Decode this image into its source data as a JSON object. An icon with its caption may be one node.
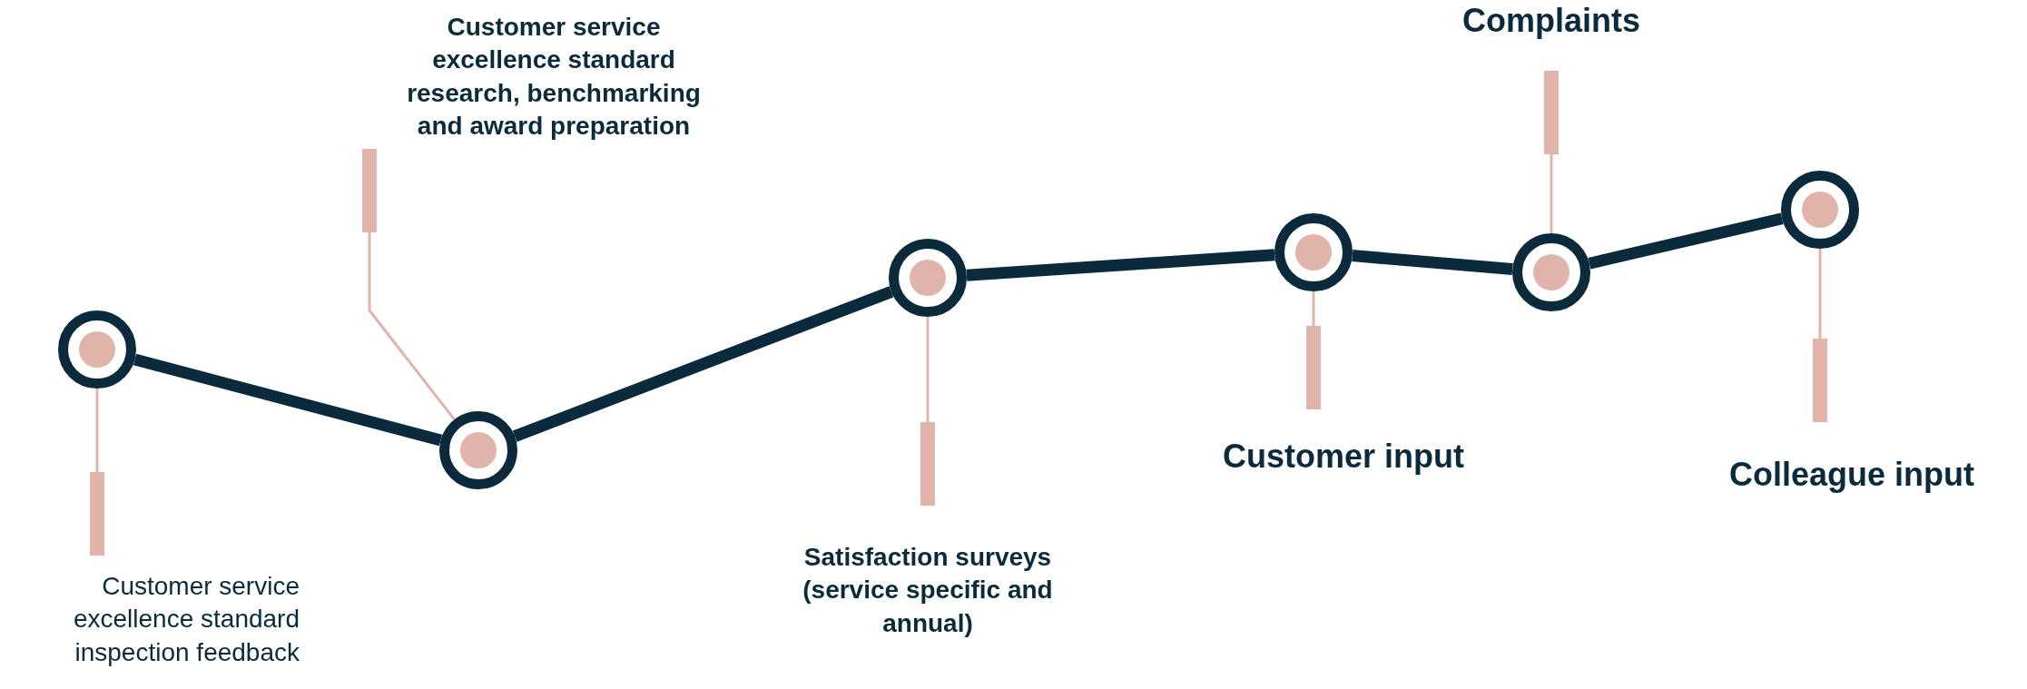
{
  "diagram": {
    "nodes": [
      {
        "text": [],
        "shape": "circle"
      },
      {
        "text": [],
        "shape": "circle"
      },
      {
        "text": [],
        "shape": "circle"
      },
      {
        "text": [],
        "shape": "circle"
      },
      {
        "text": [],
        "shape": "circle"
      },
      {
        "text": [],
        "shape": "circle"
      },
      {
        "text": [
          "Customer service excellence standard inspection feedback"
        ]
      },
      {
        "text": [
          "Customer service excellence standard research, benchmarking and award preparation"
        ]
      },
      {
        "text": [
          "Satisfaction surveys (service specific and annual)"
        ]
      },
      {
        "text": [
          "Customer input"
        ]
      },
      {
        "text": [
          "Complaints"
        ]
      },
      {
        "text": [
          "Colleague input"
        ]
      }
    ],
    "edges": [
      {
        "from": 0,
        "to": 1,
        "arrow": "none",
        "style": "thick",
        "color": "#0b2a3c"
      },
      {
        "from": 1,
        "to": 2,
        "arrow": "none",
        "style": "thick",
        "color": "#0b2a3c"
      },
      {
        "from": 2,
        "to": 3,
        "arrow": "none",
        "style": "thick",
        "color": "#0b2a3c"
      },
      {
        "from": 3,
        "to": 4,
        "arrow": "none",
        "style": "thick",
        "color": "#0b2a3c"
      },
      {
        "from": 4,
        "to": 5,
        "arrow": "none",
        "style": "thick",
        "color": "#0b2a3c"
      },
      {
        "from": 6,
        "to": 0,
        "arrow": "other"
      },
      {
        "from": 7,
        "to": 1,
        "arrow": "other"
      },
      {
        "from": 8,
        "to": 2,
        "arrow": "other"
      },
      {
        "from": 9,
        "to": 3,
        "arrow": "other"
      },
      {
        "from": 10,
        "to": 4,
        "arrow": "other"
      },
      {
        "from": 11,
        "to": 5,
        "arrow": "other"
      }
    ]
  }
}
